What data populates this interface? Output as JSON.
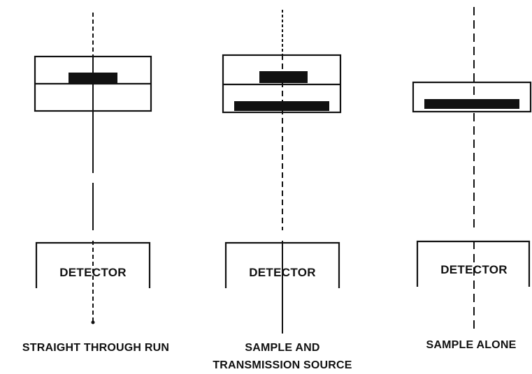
{
  "panels": [
    {
      "detector_label": "DETECTOR",
      "caption_lines": [
        "STRAIGHT THROUGH RUN"
      ]
    },
    {
      "detector_label": "DETECTOR",
      "caption_lines": [
        "SAMPLE AND",
        "TRANSMISSION SOURCE"
      ]
    },
    {
      "detector_label": "DETECTOR",
      "caption_lines": [
        "SAMPLE ALONE"
      ]
    }
  ],
  "colors": {
    "ink": "#111111",
    "background": "#ffffff"
  }
}
